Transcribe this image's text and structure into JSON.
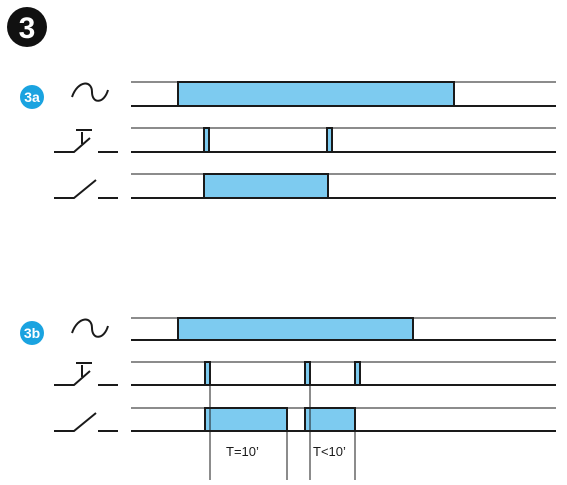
{
  "step_number": "3",
  "sections": [
    {
      "id": "3a",
      "label": "3a"
    },
    {
      "id": "3b",
      "label": "3b"
    }
  ],
  "annotations": {
    "t_equal": "T=10’",
    "t_less": "T<10’"
  },
  "colors": {
    "pulse_fill": "#7dcbf0",
    "badge_blue": "#1aa3e0",
    "line": "#1a1a1a"
  },
  "icons": [
    "ac-supply-symbol",
    "pushbutton-symbol",
    "contact-switch-symbol"
  ]
}
